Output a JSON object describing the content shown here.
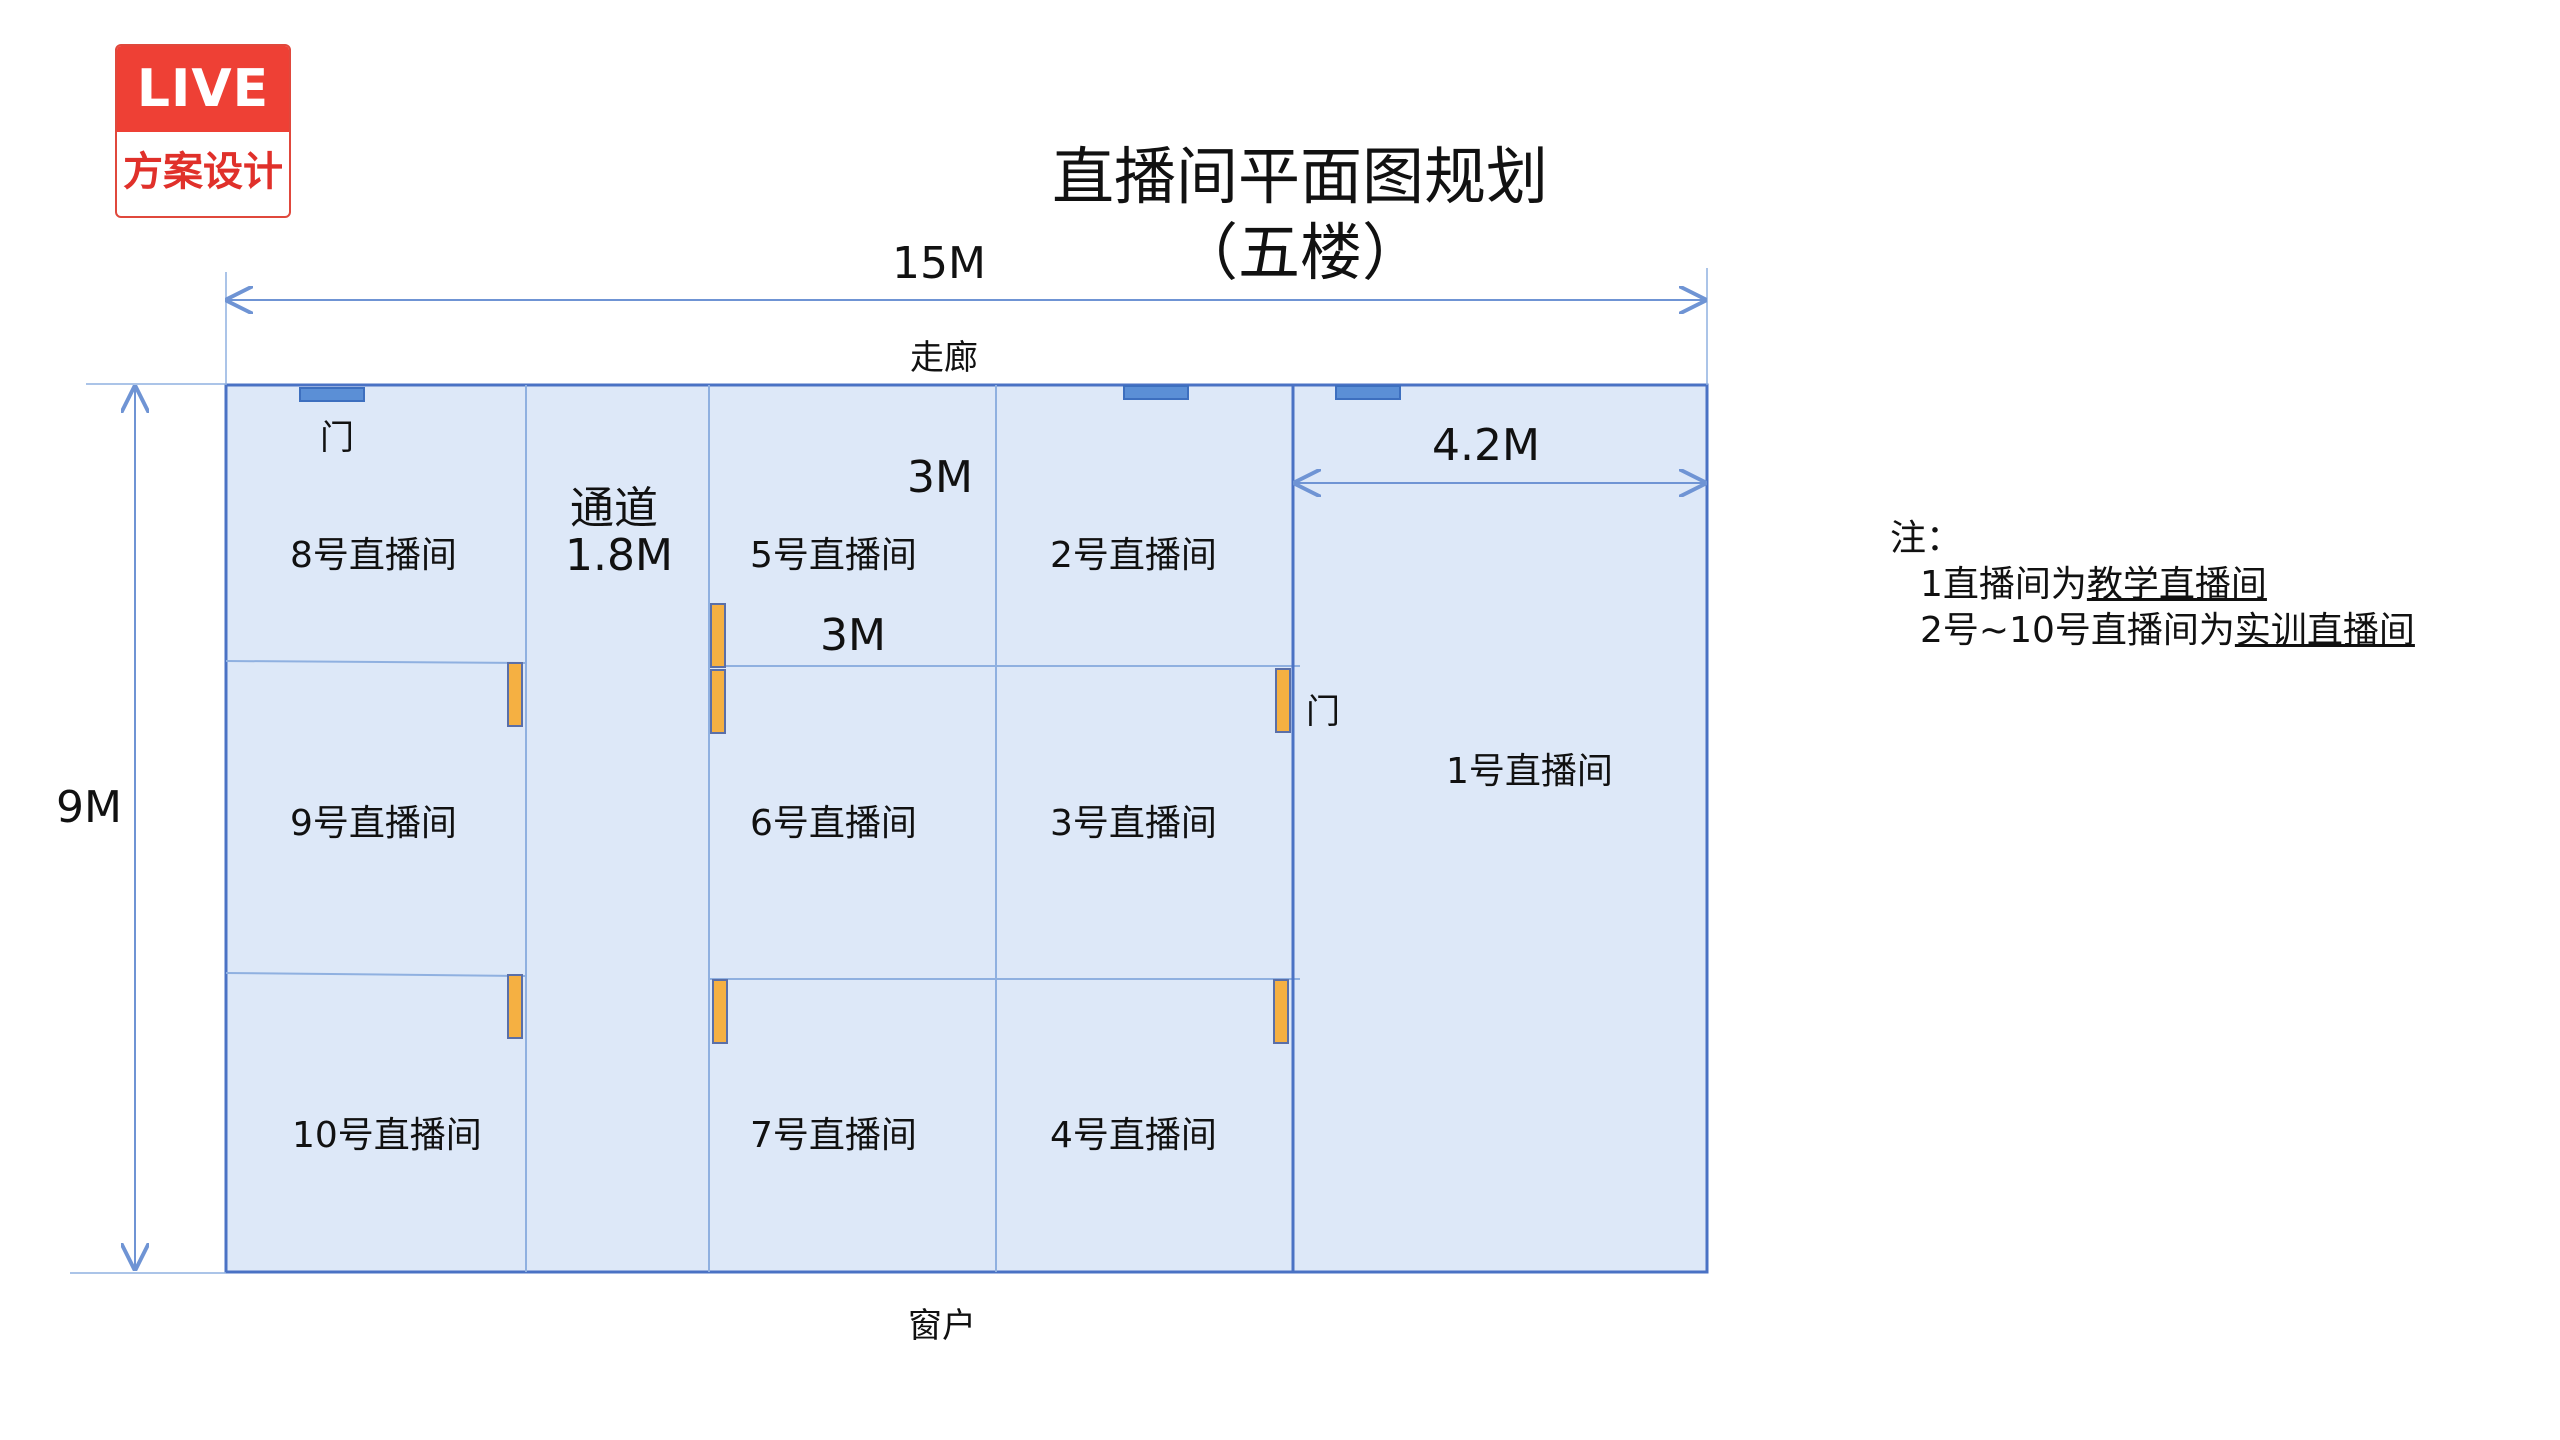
{
  "logo": {
    "top_text": "LIVE",
    "bottom_text": "方案设计"
  },
  "title": {
    "line1": "直播间平面图规划",
    "line2": "（五楼）"
  },
  "dimensions": {
    "width_total": "15M",
    "height_total": "9M",
    "corridor_channel_width": "1.8M",
    "room_width_upper": "3M",
    "room_width_middle": "3M",
    "room1_width": "4.2M"
  },
  "labels": {
    "corridor": "走廊",
    "window": "窗户",
    "door": "门",
    "channel": "通道"
  },
  "rooms": [
    "1号直播间",
    "2号直播间",
    "3号直播间",
    "4号直播间",
    "5号直播间",
    "6号直播间",
    "7号直播间",
    "8号直播间",
    "9号直播间",
    "10号直播间"
  ],
  "note": {
    "heading": "注：",
    "line1_prefix": "1直播间为",
    "line1_underlined": "教学直播间",
    "line2_prefix": "2号~10号直播间为",
    "line2_underlined": "实训直播间"
  },
  "colors": {
    "room_fill": "#dde8f8",
    "wall_line": "#4a72c4",
    "divider_line": "#8fb0e0",
    "door_top": "#5b8fd6",
    "door_side": "#f5b042",
    "logo_red": "#ee4035"
  }
}
